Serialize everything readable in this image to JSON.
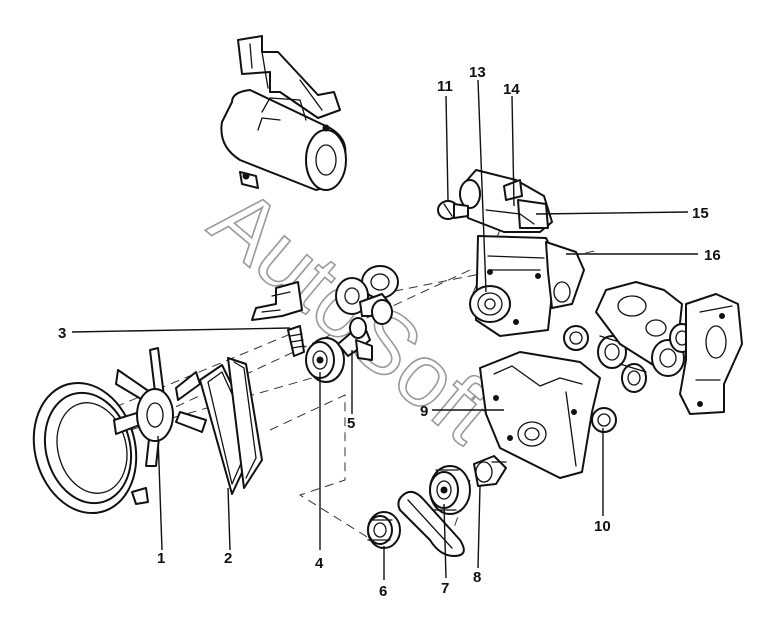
{
  "watermark": "AutoSoft",
  "callouts": [
    {
      "id": "1",
      "label": "1"
    },
    {
      "id": "2",
      "label": "2"
    },
    {
      "id": "3",
      "label": "3"
    },
    {
      "id": "4",
      "label": "4"
    },
    {
      "id": "5",
      "label": "5"
    },
    {
      "id": "6",
      "label": "6"
    },
    {
      "id": "7",
      "label": "7"
    },
    {
      "id": "8",
      "label": "8"
    },
    {
      "id": "9",
      "label": "9"
    },
    {
      "id": "10",
      "label": "10"
    },
    {
      "id": "11",
      "label": "11"
    },
    {
      "id": "13",
      "label": "13"
    },
    {
      "id": "14",
      "label": "14"
    },
    {
      "id": "15",
      "label": "15"
    },
    {
      "id": "16",
      "label": "16"
    }
  ]
}
